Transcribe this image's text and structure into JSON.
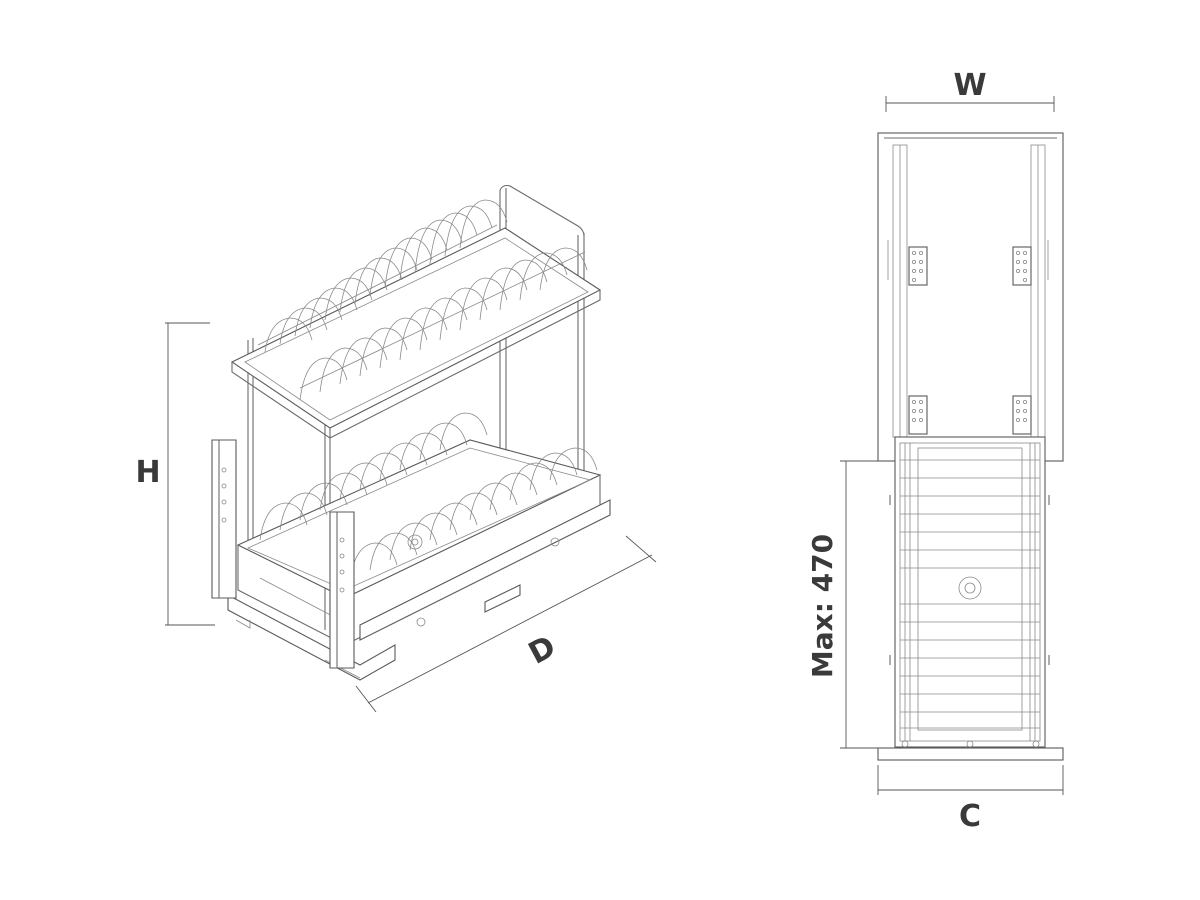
{
  "diagram": {
    "labels": {
      "height": "H",
      "depth": "D",
      "width": "W",
      "cabinet": "C",
      "max_extension": "Max: 470"
    },
    "colors": {
      "line": "#6b6b6b",
      "text": "#3a3a3a",
      "background": "#ffffff"
    }
  }
}
